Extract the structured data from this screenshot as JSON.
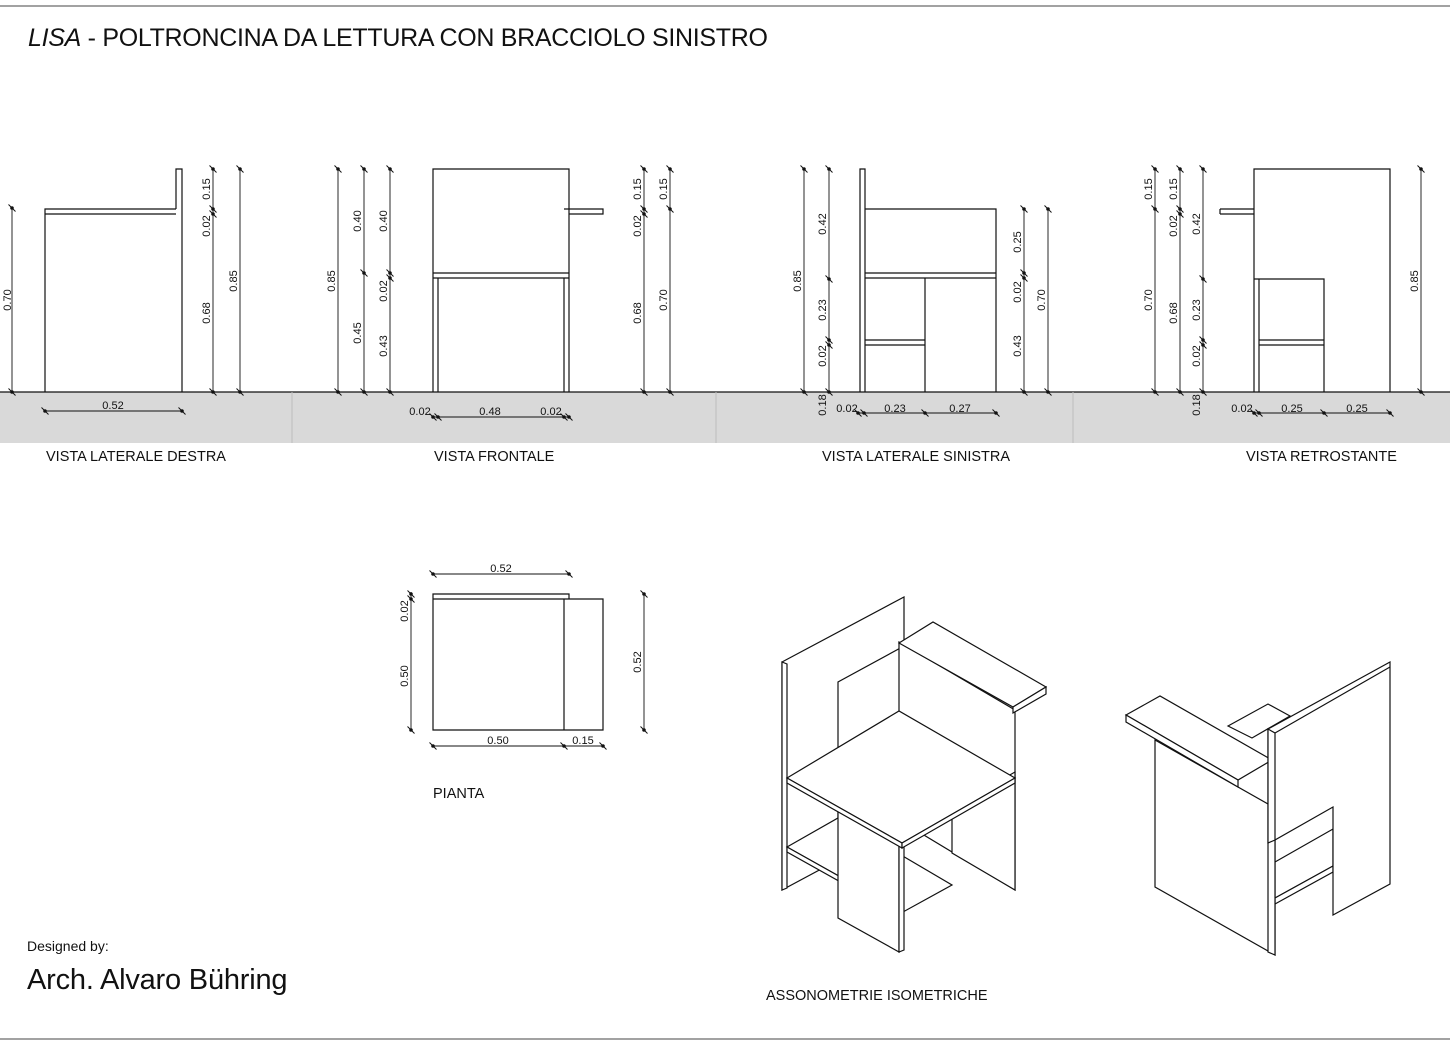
{
  "title": {
    "italic": "LISA",
    "rest": " - POLTRONCINA DA LETTURA CON BRACCIOLO SINISTRO"
  },
  "views": {
    "right_side": "VISTA LATERALE DESTRA",
    "front": "VISTA FRONTALE",
    "left_side": "VISTA LATERALE SINISTRA",
    "back": "VISTA RETROSTANTE",
    "plan": "PIANTA",
    "iso": "ASSONOMETRIE ISOMETRICHE"
  },
  "credits": {
    "label": "Designed by:",
    "name": "Arch. Alvaro Bühring"
  },
  "dims": {
    "right_side": {
      "seat_h": "0.70",
      "top": "0.15",
      "gap": "0.02",
      "lower": "0.68",
      "total": "0.85",
      "depth": "0.52"
    },
    "front": {
      "back_total": "0.85",
      "upper_a": "0.40",
      "lower_a": "0.45",
      "upper_b": "0.40",
      "gap": "0.02",
      "lower_b": "0.43",
      "side_a": "0.02",
      "width": "0.48",
      "side_b": "0.02",
      "arm_top": "0.15",
      "arm_gap": "0.02",
      "arm_lower": "0.68",
      "arm_top2": "0.15",
      "arm_total": "0.70"
    },
    "left_side": {
      "total": "0.85",
      "upper": "0.42",
      "mid": "0.23",
      "gap": "0.02",
      "bottom": "0.18",
      "back": "0.02",
      "front_a": "0.23",
      "front_b": "0.27",
      "arm_upper": "0.25",
      "arm_gap": "0.02",
      "arm_lower": "0.43",
      "arm_total": "0.70"
    },
    "back": {
      "arm_top": "0.15",
      "arm_h": "0.70",
      "arm_top2": "0.15",
      "gap": "0.02",
      "lower": "0.68",
      "upper": "0.42",
      "mid": "0.23",
      "gap2": "0.02",
      "bottom": "0.18",
      "total": "0.85",
      "side": "0.02",
      "w_a": "0.25",
      "w_b": "0.25"
    },
    "plan": {
      "top_w": "0.52",
      "back_t": "0.02",
      "seat_d": "0.50",
      "total_d": "0.52",
      "seat_w": "0.50",
      "arm_w": "0.15"
    }
  }
}
